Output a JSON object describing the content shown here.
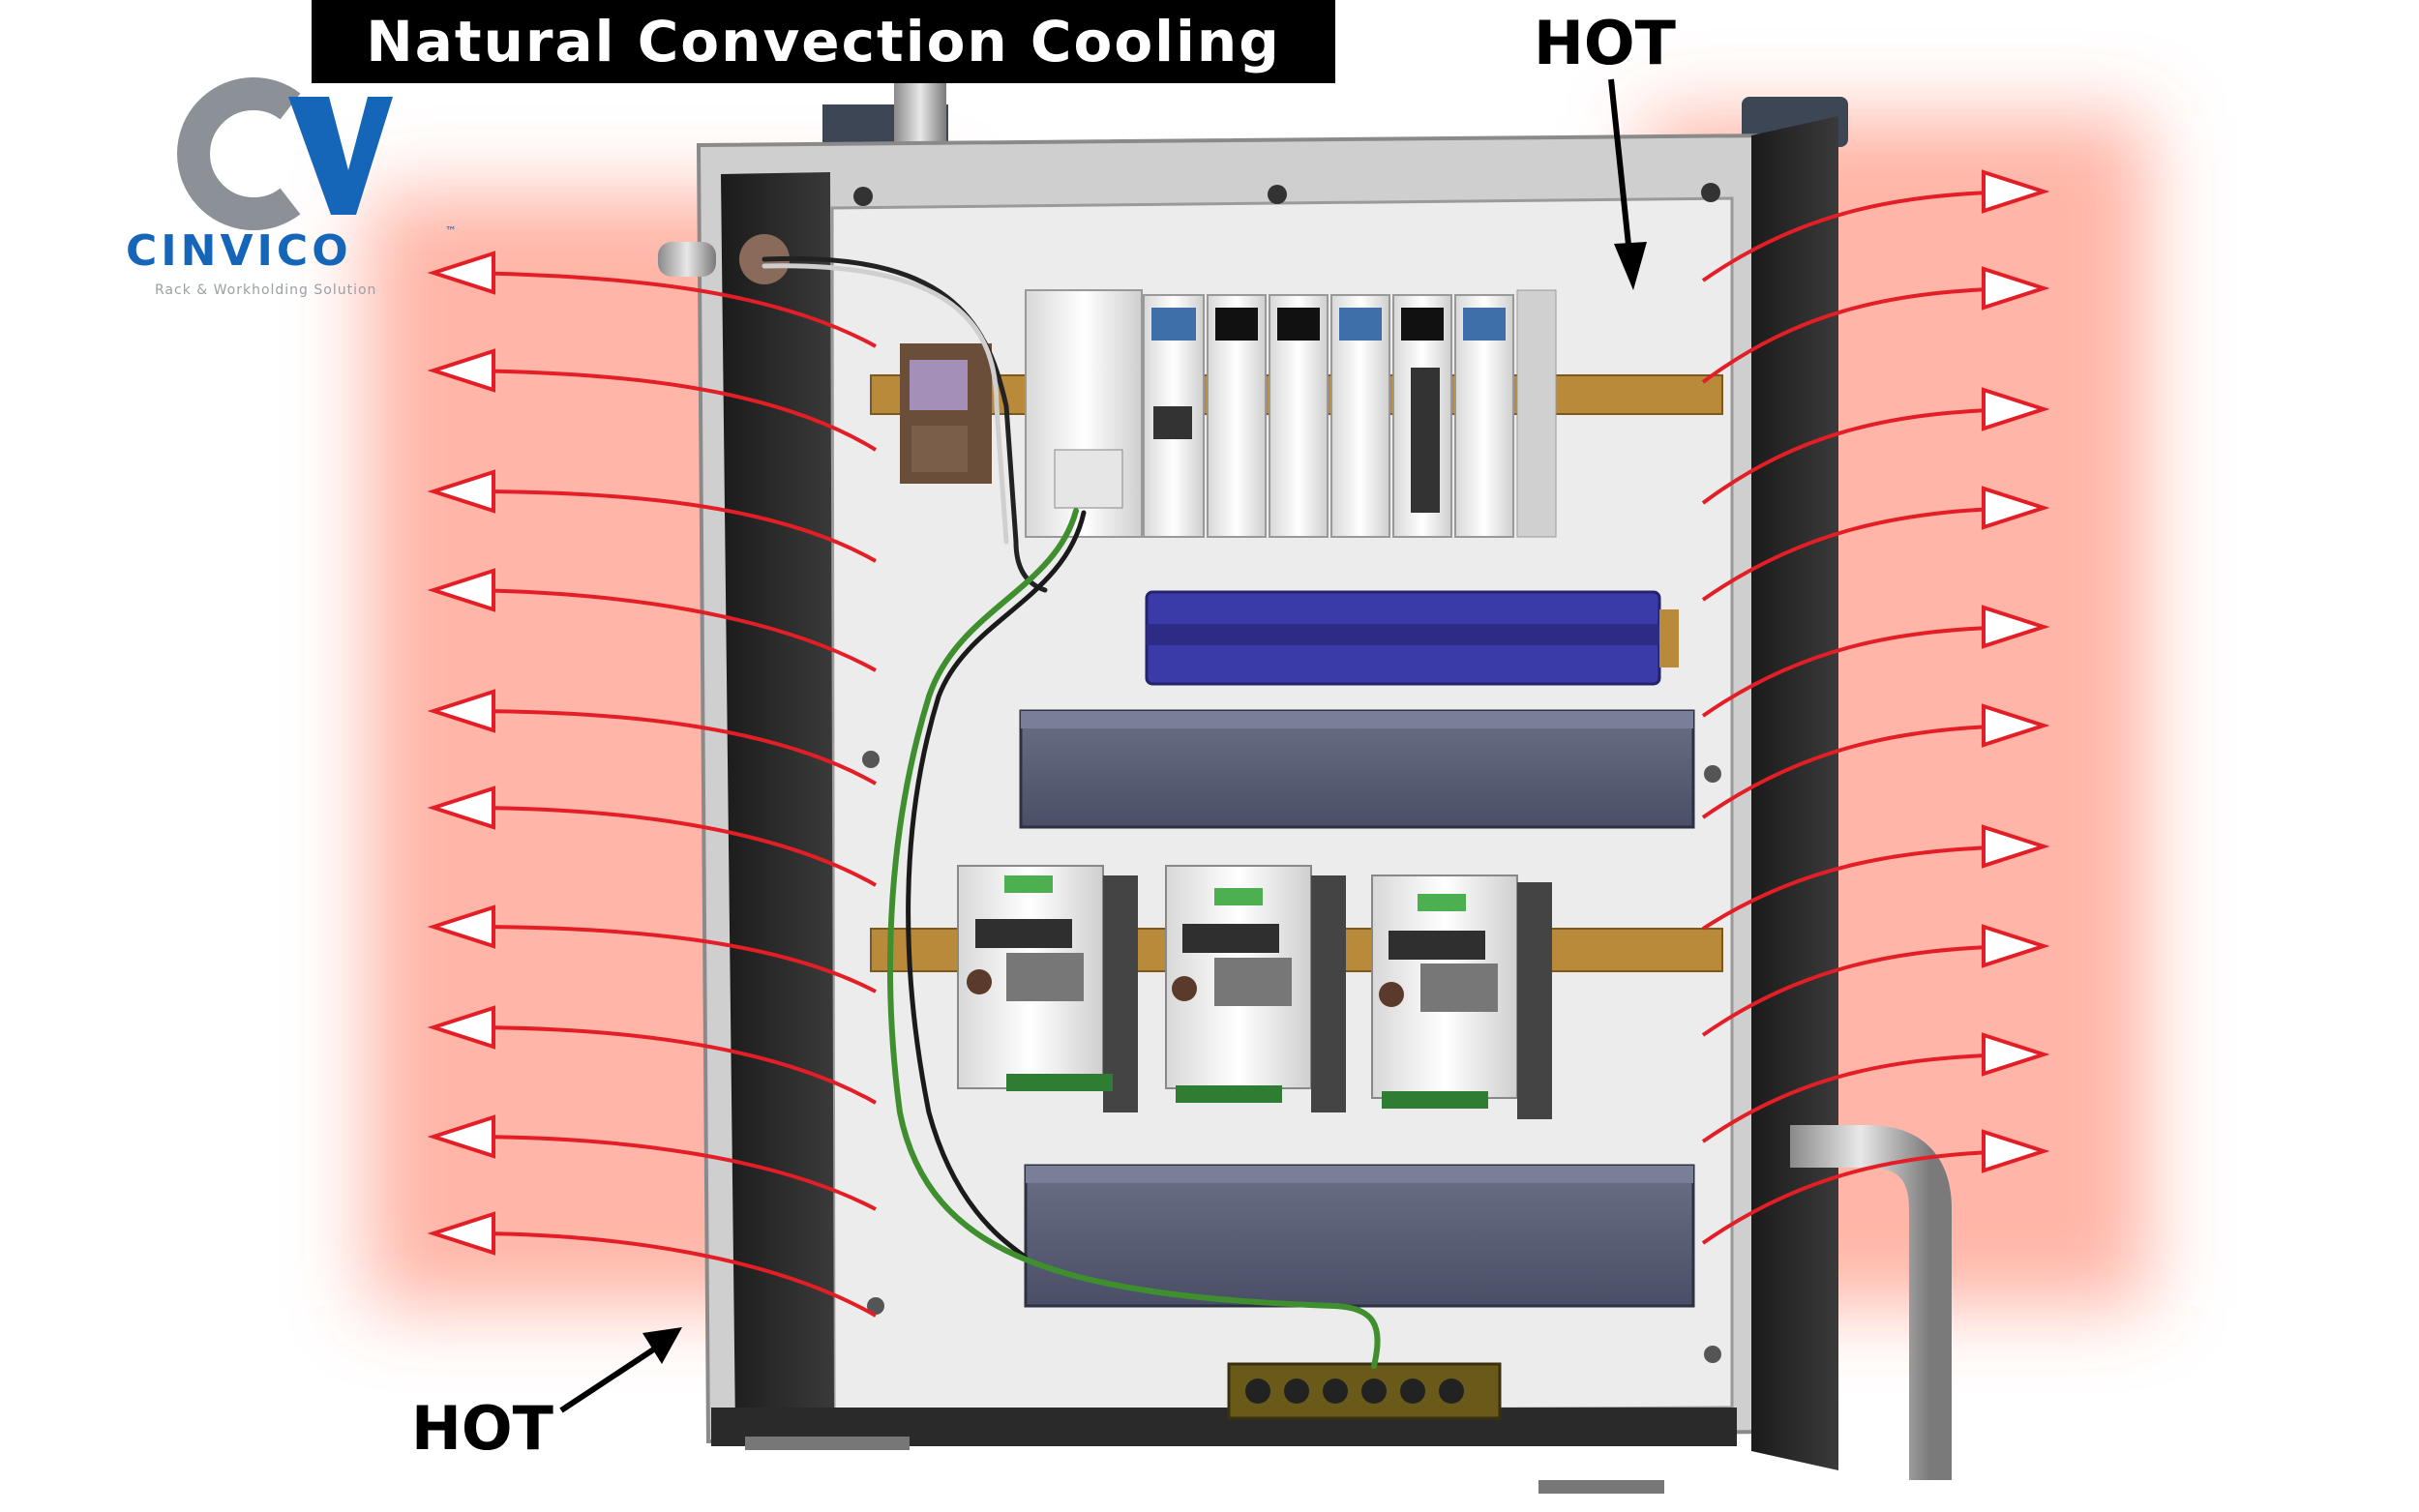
{
  "title": "Natural Convection Cooling",
  "annotations": {
    "hot_top": "HOT",
    "hot_bottom": "HOT"
  },
  "logo": {
    "name": "CINVICO",
    "trademark": "™",
    "tagline": "Rack & Workholding Solution"
  },
  "colors": {
    "heat_glow": "#ff3b1a",
    "arrow": "#e41e26",
    "title_bg": "#000000",
    "title_text": "#ffffff",
    "brand_blue": "#1565b8",
    "enclosure_gray": "#d9d9d9",
    "plc_module": "#f2f2f2",
    "terminal_block": "#3a3aa8",
    "wire_duct": "#5a5f78",
    "din_rail": "#b98a3a"
  }
}
